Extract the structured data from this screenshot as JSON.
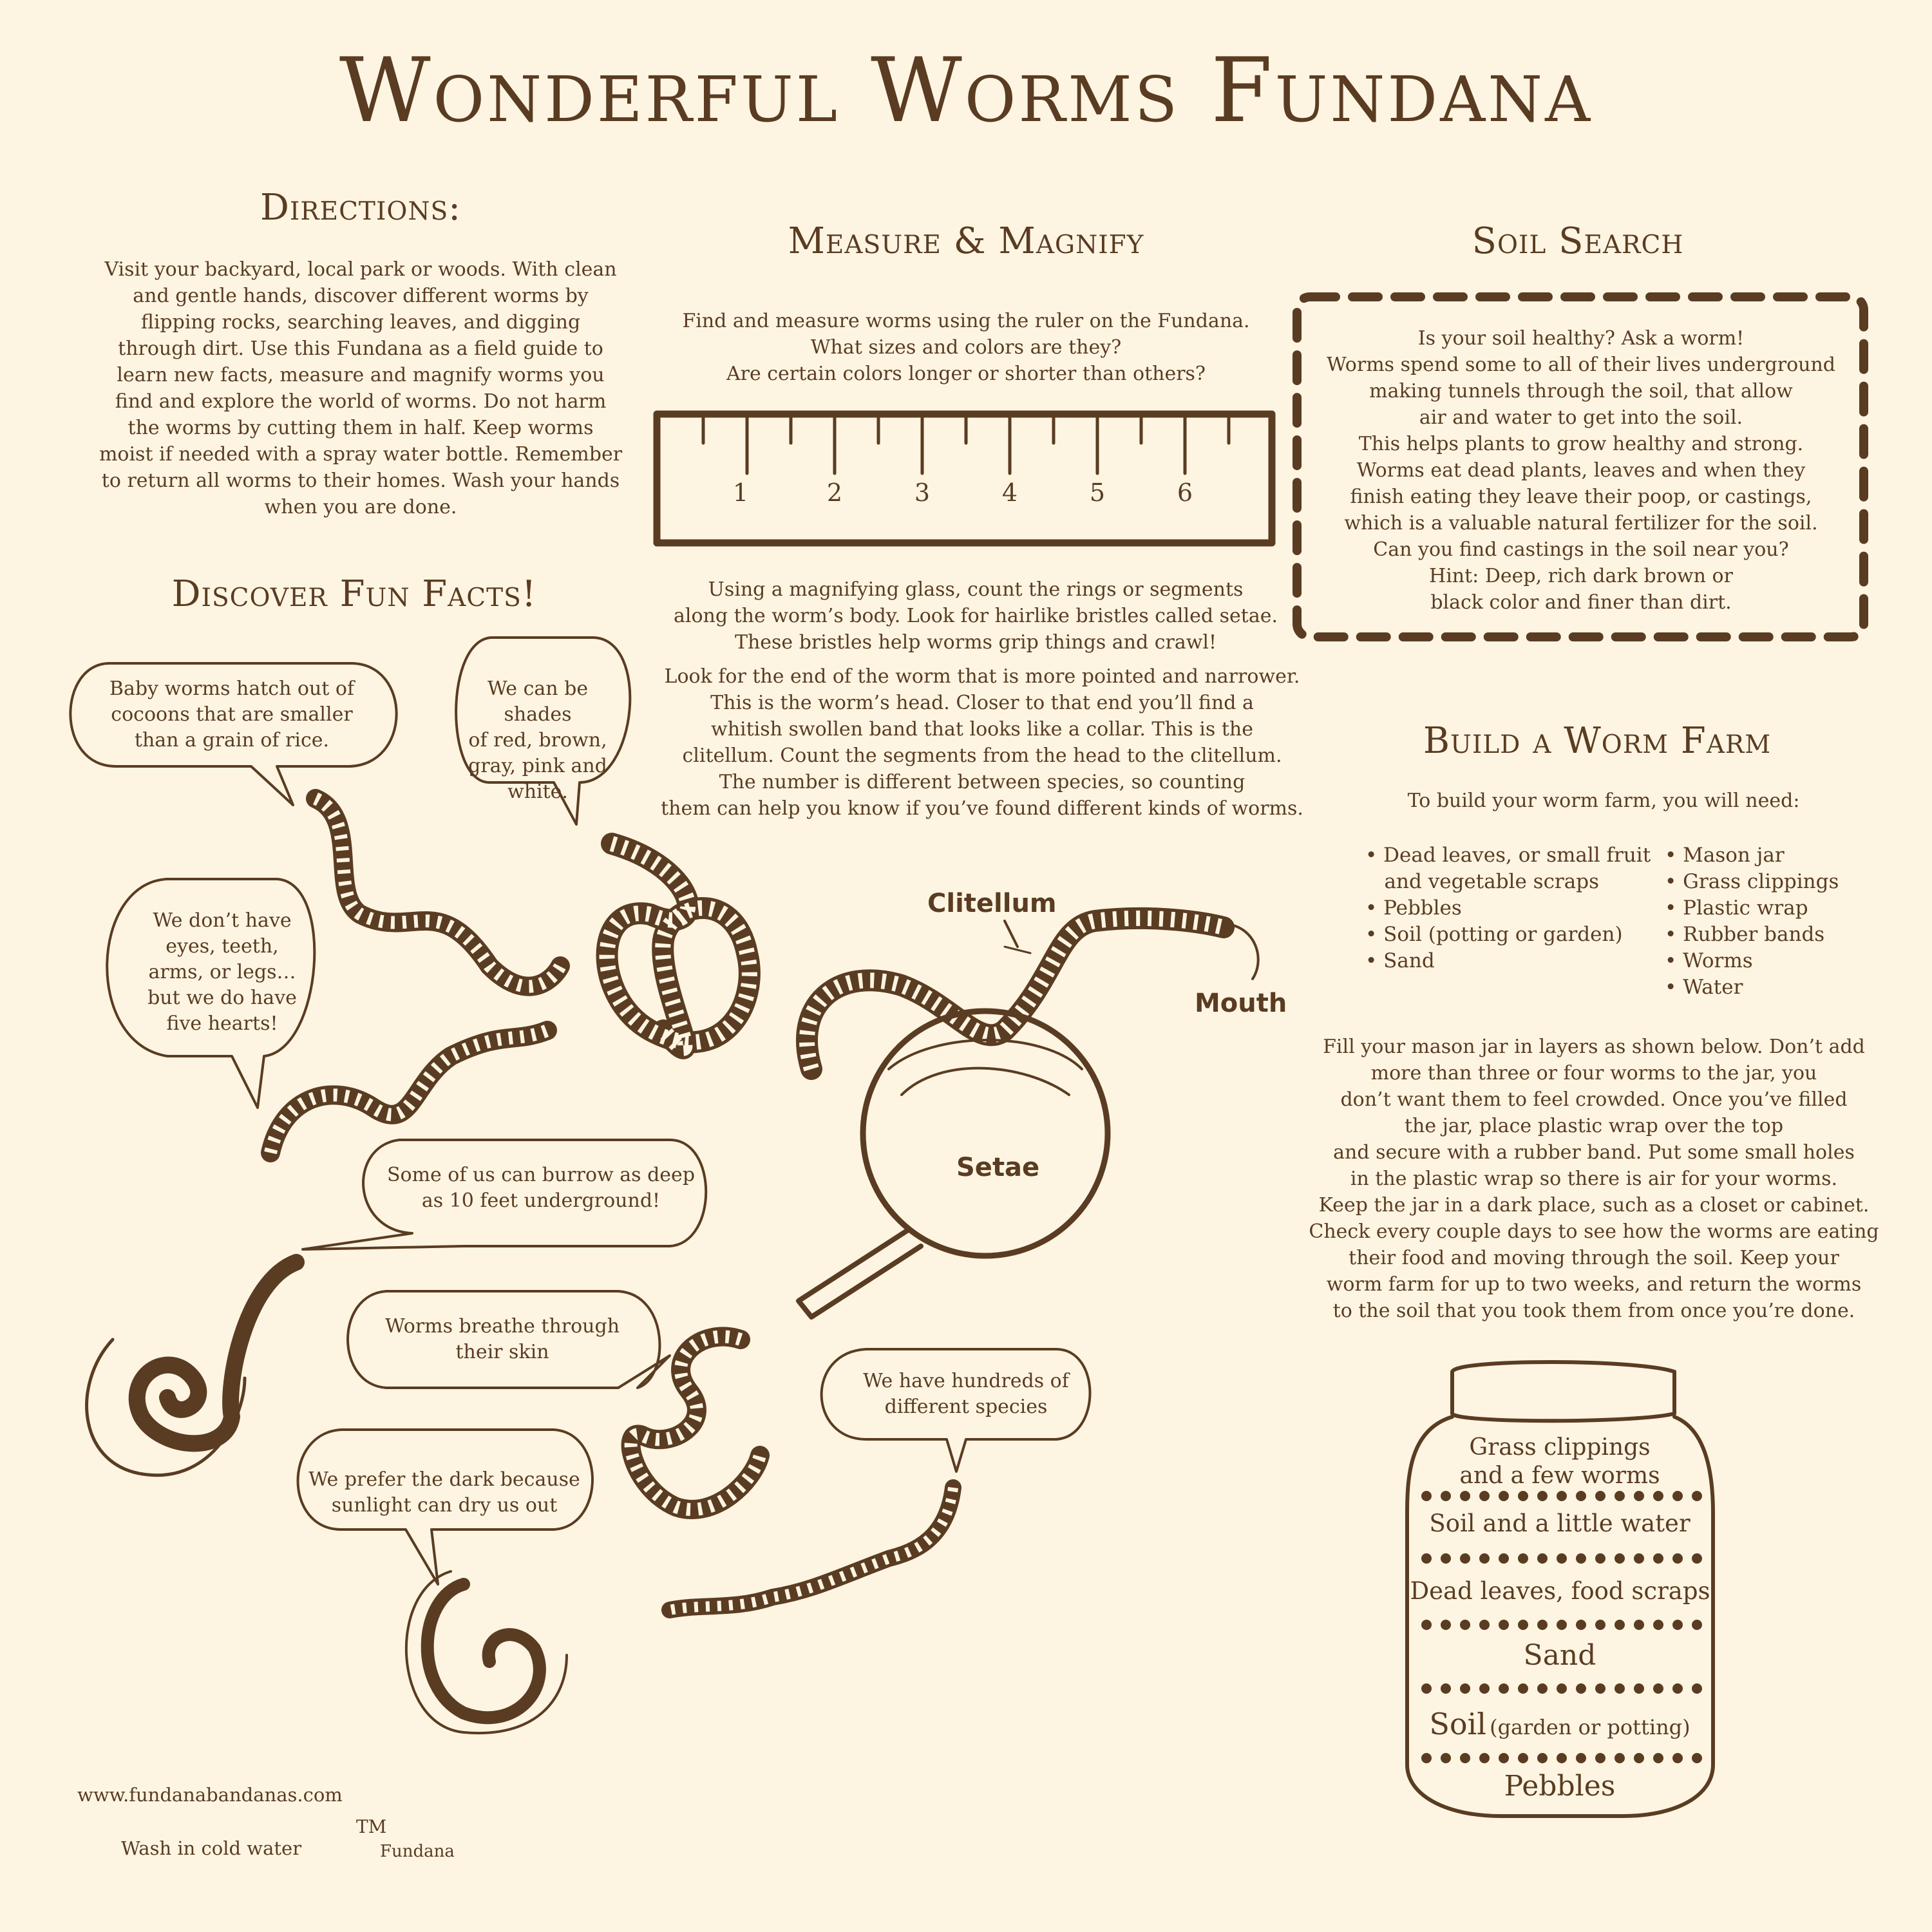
{
  "title": "Wonderful Worms Fundana",
  "directions": {
    "heading": "Directions:",
    "lines": [
      "Visit your backyard, local park or woods. With clean",
      "and gentle hands, discover different worms by",
      "flipping rocks, searching leaves, and digging",
      "through dirt. Use this Fundana as a field guide to",
      "learn new facts, measure and magnify worms you",
      "find and explore the world of worms. Do not harm",
      "the worms by cutting them in half. Keep worms",
      "moist if needed with a spray water bottle. Remember",
      "to return all worms to their homes. Wash your hands",
      "when you are done."
    ]
  },
  "measure": {
    "heading": "Measure & Magnify",
    "intro": [
      "Find and measure worms using the ruler on the Fundana.",
      "What sizes and colors are they?",
      "Are certain colors longer or shorter than others?"
    ],
    "ruler_numbers": [
      "1",
      "2",
      "3",
      "4",
      "5",
      "6"
    ],
    "magnify": [
      "Using a magnifying glass, count the rings or segments",
      "along the worm’s body. Look for hairlike bristles called setae.",
      "These bristles help worms grip things and crawl!"
    ],
    "head_text": [
      "Look for the end of the worm that is more pointed and narrower.",
      "This is the worm’s head. Closer to that end you’ll find a",
      "whitish swollen band that looks like a collar. This is the",
      "clitellum. Count the segments from the head to the clitellum.",
      "The number is different between species, so counting",
      "them can help you know if you’ve found different kinds of worms."
    ]
  },
  "soil": {
    "heading": "Soil Search",
    "lines": [
      "Is your soil healthy? Ask a worm!",
      "Worms spend some to all of their lives underground",
      "making tunnels through the soil, that allow",
      "air and water to get into the soil.",
      "This helps plants to grow healthy and strong.",
      "Worms eat dead plants, leaves and when they",
      "finish eating they leave their poop, or castings,",
      "which is a valuable natural fertilizer for the soil.",
      "Can you find castings in the soil near you?",
      "Hint: Deep, rich dark brown or",
      "black color and finer than dirt."
    ]
  },
  "facts": {
    "heading": "Discover Fun Facts!",
    "bubbles": [
      [
        "Baby worms hatch out of",
        "cocoons that are smaller",
        "than a grain of rice."
      ],
      [
        "We can be shades",
        "of red, brown,",
        "gray, pink and",
        "white."
      ],
      [
        "We don’t have",
        "eyes, teeth,",
        "arms, or legs…",
        "but we do have",
        "five hearts!"
      ],
      [
        "Some of us can burrow as deep",
        "as 10 feet underground!"
      ],
      [
        "Worms breathe through",
        "their skin"
      ],
      [
        "We have hundreds of",
        "different species"
      ],
      [
        "We prefer the dark because",
        "sunlight can dry us out"
      ]
    ]
  },
  "diagram": {
    "clitellum": "Clitellum",
    "mouth": "Mouth",
    "setae": "Setae"
  },
  "farm": {
    "heading": "Build a Worm Farm",
    "intro": "To build your worm farm, you will need:",
    "list_left": [
      "• Dead leaves, or small fruit",
      "   and vegetable scraps",
      "• Pebbles",
      "• Soil (potting or garden)",
      "• Sand"
    ],
    "list_right": [
      "• Mason jar",
      "• Grass clippings",
      "• Plastic wrap",
      "• Rubber bands",
      "• Worms",
      "• Water"
    ],
    "instructions": [
      "Fill your mason jar in layers as shown below. Don’t add",
      "more than three or four worms to the jar, you",
      "don’t want them to feel crowded. Once you’ve filled",
      "the jar, place plastic wrap over the top",
      "and secure with a rubber band. Put some small holes",
      "in the plastic wrap so there is air for your worms.",
      "Keep the jar in a dark place, such as a closet or cabinet.",
      "Check every couple days to see how the worms are eating",
      "their food and moving through the soil. Keep your",
      "worm farm for up to two weeks, and return the worms",
      "to the soil that you took them from once you’re done."
    ],
    "jar_layers": {
      "grass_1": "Grass clippings",
      "grass_2": "and a few worms",
      "soil_water": "Soil and a little water",
      "leaves": "Dead leaves, food scraps",
      "sand": "Sand",
      "soil_main": "Soil",
      "soil_sub": "(garden or potting)",
      "pebbles": "Pebbles"
    }
  },
  "footer": {
    "website": "www.fundanabandanas.com",
    "wash": "Wash in cold water",
    "tm": "TM",
    "brand": "Fundana"
  },
  "colors": {
    "background": "#fdf5e2",
    "ink": "#5a3c22"
  }
}
